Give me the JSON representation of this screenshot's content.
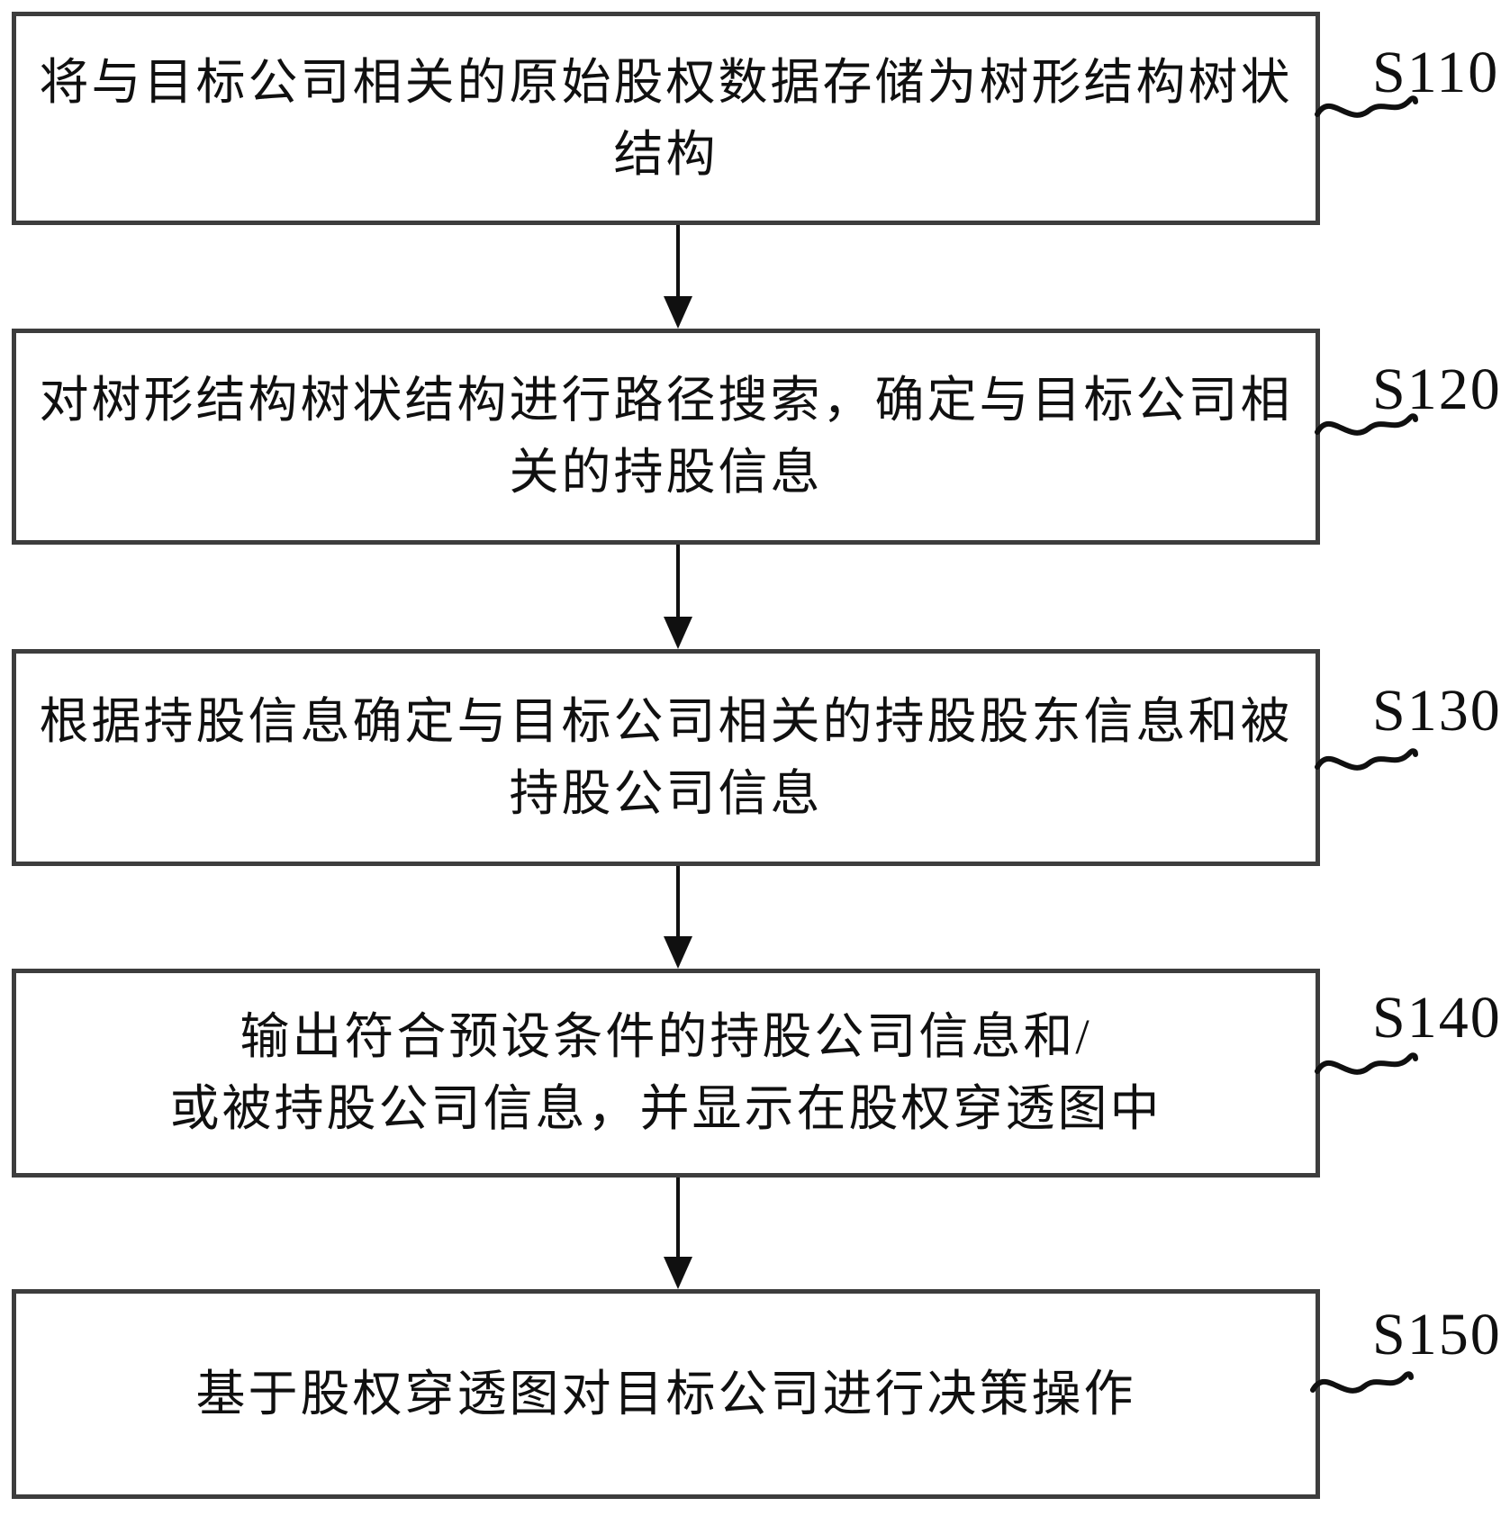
{
  "figure": {
    "type": "flowchart",
    "direction": "top-down",
    "background_color": "#ffffff",
    "box_border_color": "#3d3d3d",
    "text_color": "#101010",
    "connector_color": "#101010",
    "steps": [
      {
        "label": "S110",
        "lines": [
          "将与目标公司相关的原始股权数据存储为树形结构树状",
          "结构"
        ],
        "text": "将与目标公司相关的原始股权数据存储为树形结构树状结构"
      },
      {
        "label": "S120",
        "lines": [
          "对树形结构树状结构进行路径搜索，确定与目标公司相",
          "关的持股信息"
        ],
        "text": "对树形结构树状结构进行路径搜索，确定与目标公司相关的持股信息"
      },
      {
        "label": "S130",
        "lines": [
          "根据持股信息确定与目标公司相关的持股股东信息和被",
          "持股公司信息"
        ],
        "text": "根据持股信息确定与目标公司相关的持股股东信息和被持股公司信息"
      },
      {
        "label": "S140",
        "lines": [
          "输出符合预设条件的持股公司信息和/",
          "或被持股公司信息，并显示在股权穿透图中"
        ],
        "text": "输出符合预设条件的持股公司信息和/或被持股公司信息，并显示在股权穿透图中"
      },
      {
        "label": "S150",
        "lines": [
          "基于股权穿透图对目标公司进行决策操作"
        ],
        "text": "基于股权穿透图对目标公司进行决策操作"
      }
    ]
  }
}
